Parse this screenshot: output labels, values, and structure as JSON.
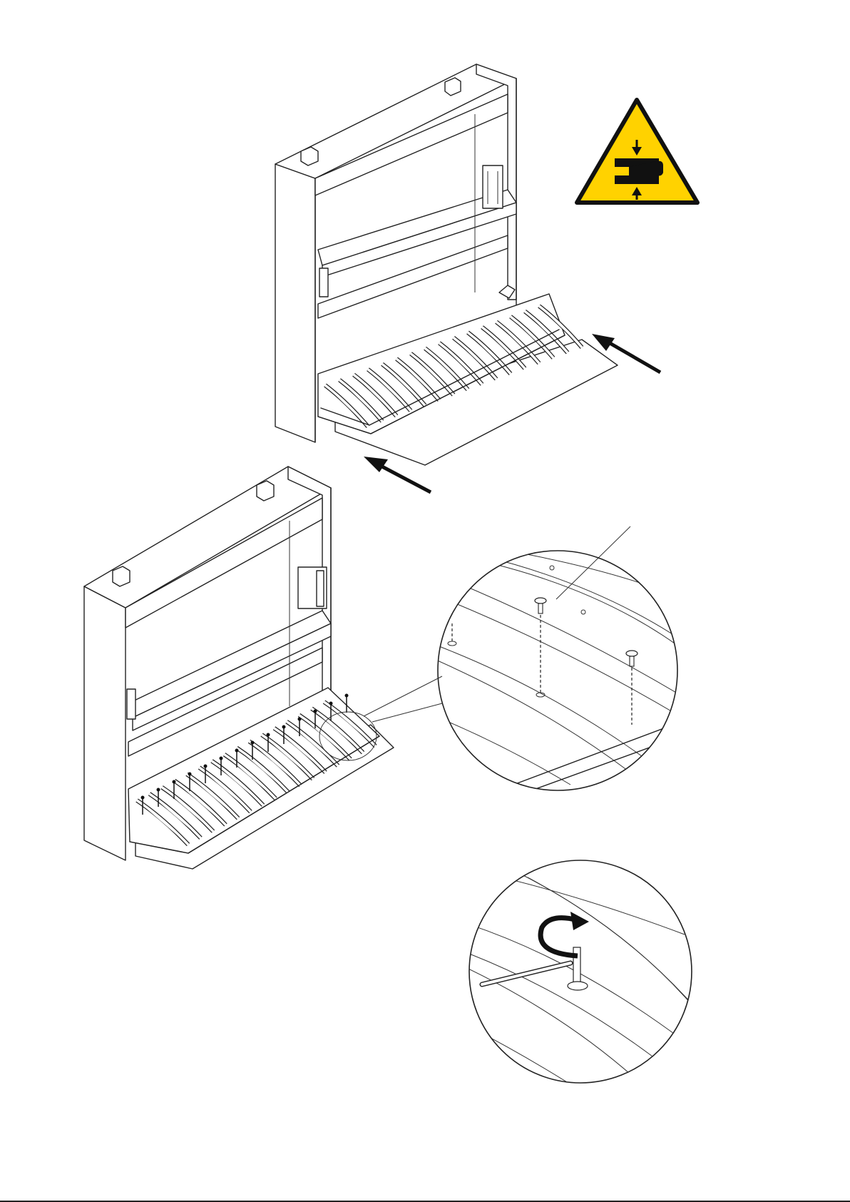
{
  "page": {
    "background": "#ffffff",
    "line_color": "#222222"
  },
  "warning_sign": {
    "icon": "crush-hazard-hand-icon",
    "fill": "#ffd200",
    "symbol_color": "#111111"
  },
  "arrows": {
    "color": "#111111",
    "count": 2
  },
  "steps": {
    "step_1": "insert-bed-base-into-frame",
    "step_2": "fasten-screws-through-slatted-base",
    "step_3": "tighten-screws-with-hex-key"
  }
}
